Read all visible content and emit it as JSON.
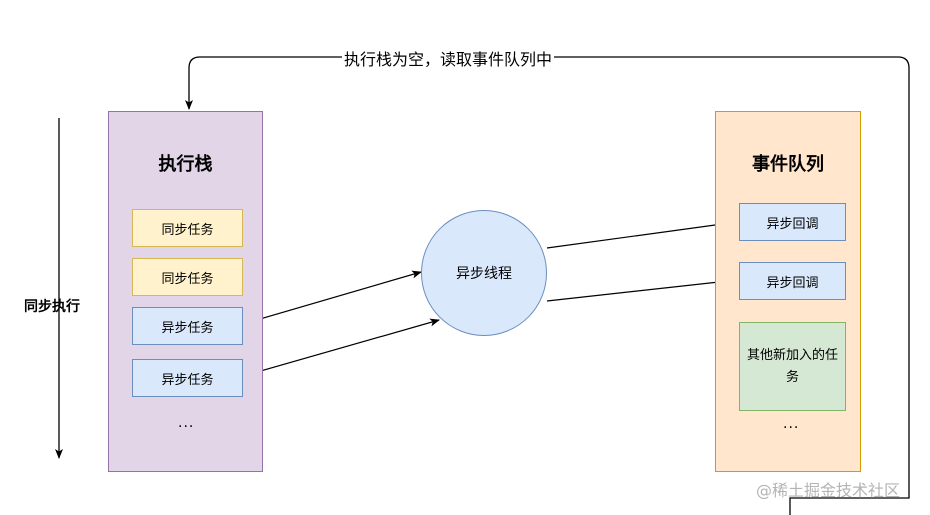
{
  "loop_label": "执行栈为空，读取事件队列中",
  "sync_exec_label": "同步执行",
  "stack": {
    "title": "执行栈",
    "items": [
      "同步任务",
      "同步任务",
      "异步任务",
      "异步任务"
    ],
    "ellipsis": "..."
  },
  "async_thread": {
    "label": "异步线程"
  },
  "queue": {
    "title": "事件队列",
    "items": [
      "异步回调",
      "异步回调"
    ],
    "other_task": "其他新加入的任务",
    "ellipsis": "..."
  },
  "watermark": "@稀土掘金技术社区",
  "colors": {
    "stack_fill": "#e1d5e7",
    "stack_border": "#9673a6",
    "queue_fill": "#ffe6cc",
    "queue_border": "#d79b00",
    "sync_fill": "#fff2cc",
    "async_fill": "#dae8fc",
    "other_fill": "#d5e8d4"
  }
}
